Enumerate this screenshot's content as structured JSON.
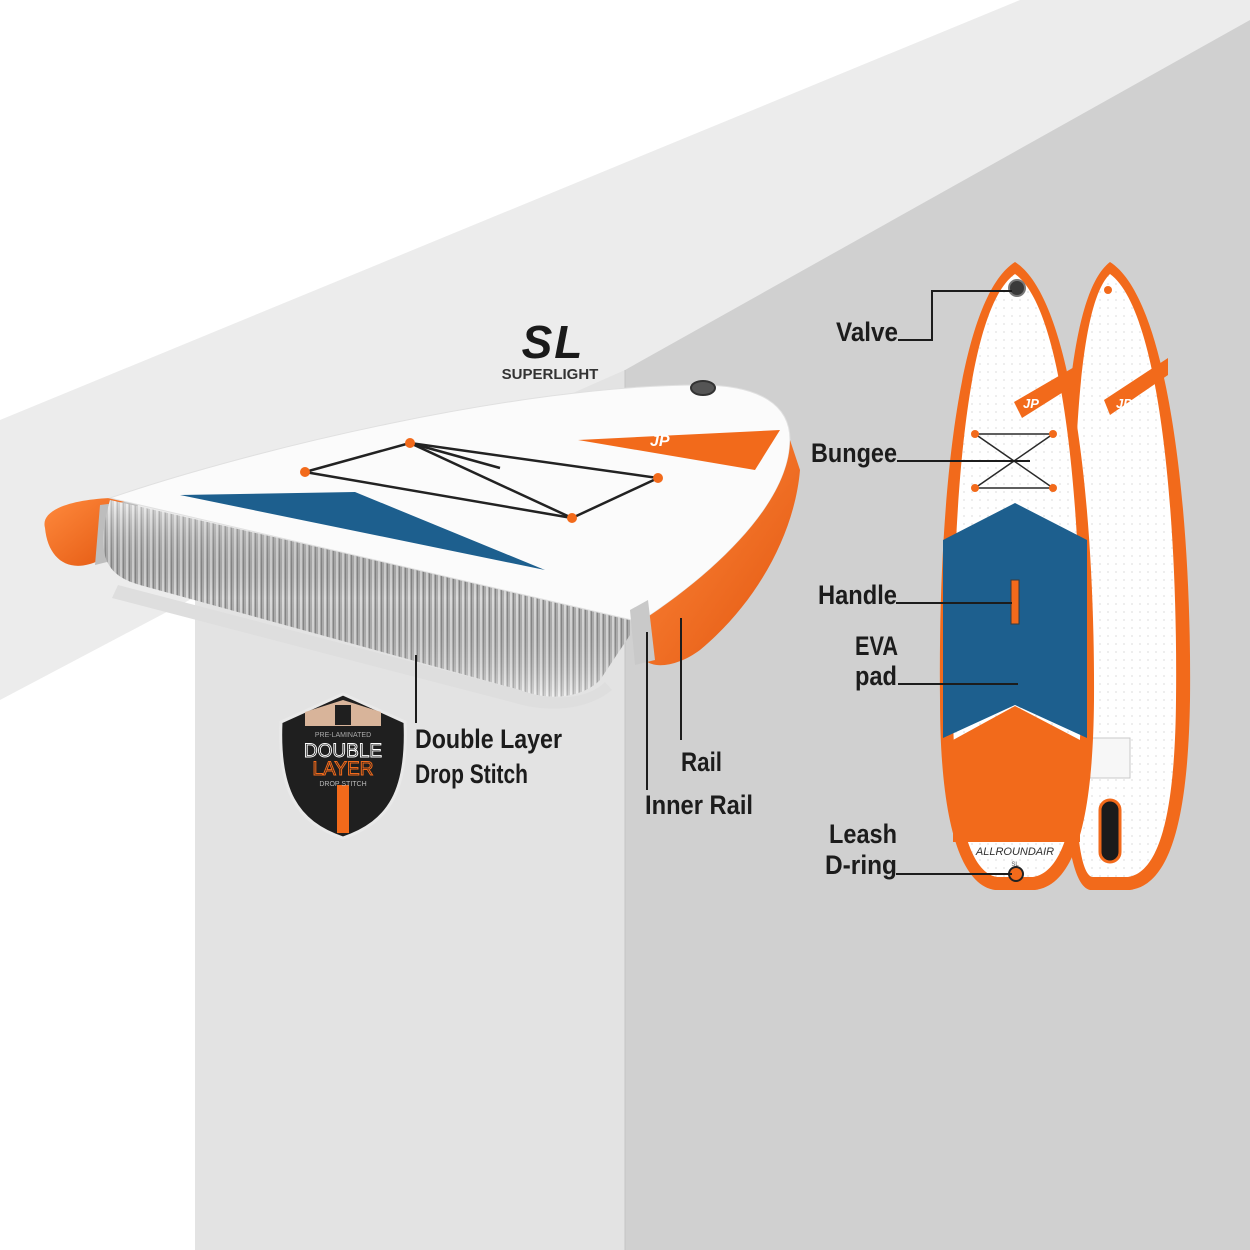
{
  "brand": {
    "logo_text": "SL",
    "logo_caption": "SUPERLIGHT"
  },
  "badge": {
    "top_text": "PRE-LAMINATED",
    "line1": "DOUBLE",
    "line2": "LAYER",
    "bottom_text": "DROP STITCH"
  },
  "board": {
    "model_text": "ALLROUNDAIR",
    "size_text": "SL"
  },
  "callouts": {
    "double_layer_line1": "Double Layer",
    "double_layer_line2": "Drop Stitch",
    "rail": "Rail",
    "inner_rail": "Inner Rail",
    "valve": "Valve",
    "bungee": "Bungee",
    "handle": "Handle",
    "eva_line1": "EVA",
    "eva_line2": "pad",
    "leash_line1": "Leash",
    "leash_line2": "D-ring"
  },
  "colors": {
    "orange": "#f26a1b",
    "blue": "#1d5f8e",
    "wall_light": "#e4e4e4",
    "wall_dark": "#cfcfcf",
    "text": "#1c1c1c"
  }
}
